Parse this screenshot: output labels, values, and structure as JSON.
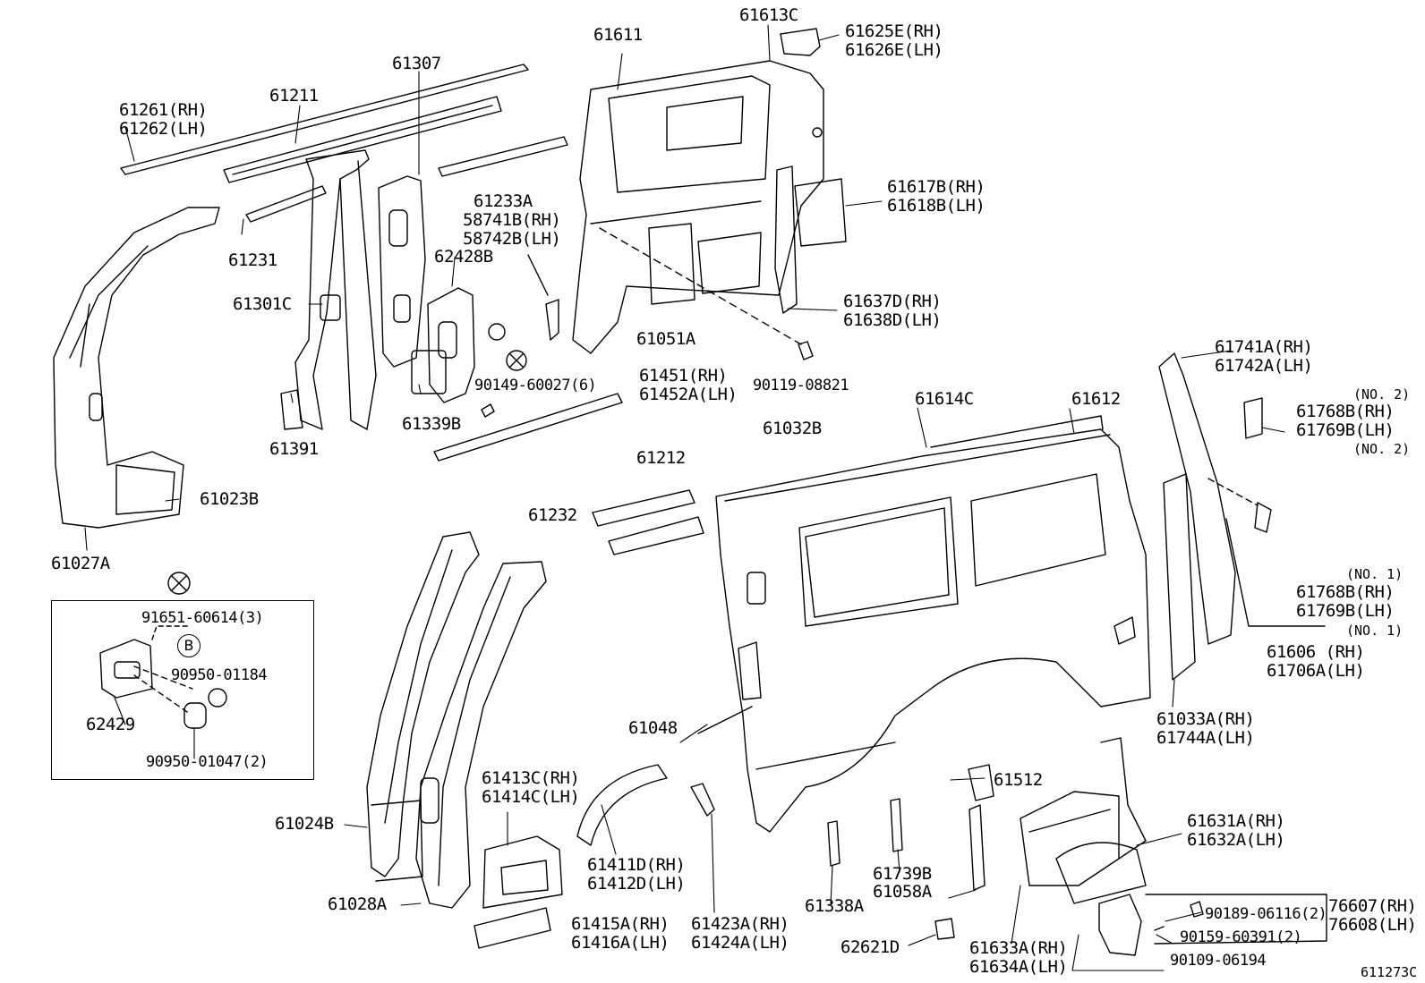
{
  "diagram_id": "611273C",
  "inset_callout_letter": "B",
  "labels": {
    "p61261": "61261(RH)",
    "p61262": "61262(LH)",
    "p61211": "61211",
    "p61307": "61307",
    "p61231": "61231",
    "p61301C": "61301C",
    "p61391": "61391",
    "p61339B": "61339B",
    "p62428B": "62428B",
    "p61233A": "61233A",
    "p58741B": "58741B(RH)",
    "p58742B": "58742B(LH)",
    "p90149": "90149-60027(6)",
    "p61451": "61451(RH)",
    "p61452A": "61452A(LH)",
    "p61611": "61611",
    "p61613C": "61613C",
    "p61625E": "61625E(RH)",
    "p61626E": "61626E(LH)",
    "p61617B": "61617B(RH)",
    "p61618B": "61618B(LH)",
    "p61637D": "61637D(RH)",
    "p61638D": "61638D(LH)",
    "p61051A": "61051A",
    "p90119": "90119-08821",
    "p61023B": "61023B",
    "p61027A": "61027A",
    "p91651": "91651-60614(3)",
    "p90950_01184": "90950-01184",
    "p62429": "62429",
    "p90950_01047": "90950-01047(2)",
    "p61212": "61212",
    "p61232": "61232",
    "p61032B": "61032B",
    "p61614C": "61614C",
    "p61612": "61612",
    "p61741A": "61741A(RH)",
    "p61742A": "61742A(LH)",
    "p61768B_rh_top": "61768B(RH)",
    "p61769B_lh_top": "61769B(LH)",
    "no2_a": "(NO. 2)",
    "no2_b": "(NO. 2)",
    "no1_a": "(NO. 1)",
    "no1_b": "(NO. 1)",
    "p61768B_rh_bot": "61768B(RH)",
    "p61769B_lh_bot": "61769B(LH)",
    "p61606": "61606 (RH)",
    "p61706A": "61706A(LH)",
    "p61033A": "61033A(RH)",
    "p61744A": "61744A(LH)",
    "p61048": "61048",
    "p61512": "61512",
    "p61024B": "61024B",
    "p61028A": "61028A",
    "p61413C": "61413C(RH)",
    "p61414C": "61414C(LH)",
    "p61411D": "61411D(RH)",
    "p61412D": "61412D(LH)",
    "p61415A": "61415A(RH)",
    "p61416A": "61416A(LH)",
    "p61423A": "61423A(RH)",
    "p61424A": "61424A(LH)",
    "p61338A": "61338A",
    "p61739B": "61739B",
    "p61058A": "61058A",
    "p62621D": "62621D",
    "p61633A": "61633A(RH)",
    "p61634A": "61634A(LH)",
    "p61631A": "61631A(RH)",
    "p61632A": "61632A(LH)",
    "p90189": "90189-06116(2)",
    "p90159": "90159-60391(2)",
    "p90109": "90109-06194",
    "p76607": "76607(RH)",
    "p76608": "76608(LH)"
  }
}
